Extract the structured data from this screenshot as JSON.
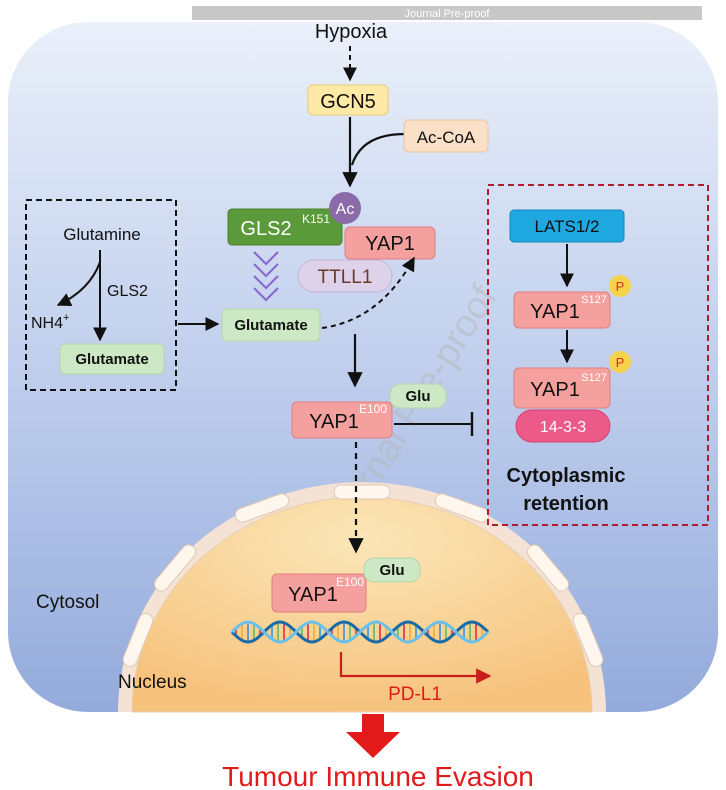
{
  "header": {
    "text": "Journal Pre-proof"
  },
  "watermark": {
    "text": "Journal Pre-proof"
  },
  "top_pathway": {
    "hypoxia": "Hypoxia",
    "gcn5": "GCN5",
    "acetyl_coa": "Ac-CoA",
    "ac": "Ac",
    "gls2": "GLS2",
    "gls2_site": "K151",
    "yap1": "YAP1",
    "ttll1": "TTLL1",
    "glutamate": "Glutamate"
  },
  "left_box": {
    "glutamine": "Glutamine",
    "gls2": "GLS2",
    "nh4": "NH4",
    "nh4_sup": "+",
    "glutamate": "Glutamate"
  },
  "center_pathway": {
    "yap1": "YAP1",
    "site": "E100",
    "glu": "Glu"
  },
  "right_box": {
    "lats": "LATS1/2",
    "yap1_a": "YAP1",
    "yap1_b": "YAP1",
    "site": "S127",
    "p": "P",
    "protein_1433": "14-3-3",
    "title_line1": "Cytoplasmic",
    "title_line2": "retention"
  },
  "nucleus_area": {
    "cytosol": "Cytosol",
    "nucleus": "Nucleus",
    "yap1": "YAP1",
    "site": "E100",
    "glu": "Glu",
    "pdl1": "PD-L1"
  },
  "footer": {
    "text": "Tumour Immune Evasion"
  },
  "colors": {
    "gcn5_fill": "#ffe9a6",
    "acoa_fill": "#fbe0c8",
    "gls2_fill": "#5a9a3a",
    "ac_fill": "#8a6aa8",
    "yap1_fill": "#f4a09e",
    "ttll1_fill": "#ddd2ea",
    "glutamate_fill": "#cde8c4",
    "lats_fill": "#1fa8e0",
    "p_fill": "#f6d24a",
    "box1433_fill": "#ec5a8a",
    "nucleus_fill": "#f8cc84",
    "accent_red": "#e21a1a",
    "box_red": "#b01c2c"
  }
}
